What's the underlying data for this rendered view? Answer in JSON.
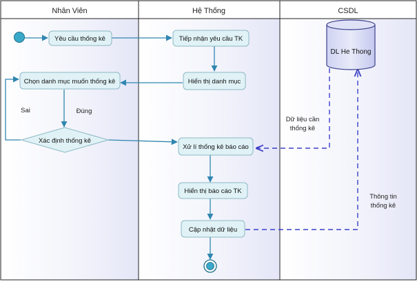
{
  "lanes": [
    {
      "title": "Nhân Viên"
    },
    {
      "title": "Hệ Thống"
    },
    {
      "title": "CSDL"
    }
  ],
  "nodes": {
    "yeu_cau": "Yêu cầu thống kê",
    "tiep_nhan": "Tiếp nhận yêu cầu TK",
    "hien_thi_dm": "Hiển thị danh mục",
    "chon_dm": "Chọn danh mục muốn thống kê",
    "xac_dinh": "Xác định thống kê",
    "xu_li": "Xử lí thống kê báo cáo",
    "hien_thi_bc": "Hiển thị báo cáo TK",
    "cap_nhat": "Cập nhật dữ liệu",
    "db": "DL He Thong"
  },
  "labels": {
    "sai": "Sai",
    "dung": "Đúng",
    "du_lieu_can": [
      "Dữ liệu cần",
      "thống kê"
    ],
    "thong_tin": [
      "Thông tin",
      "thống kê"
    ]
  },
  "colors": {
    "node_fill": "#e0f2f6",
    "node_stroke": "#8bb8c4",
    "arrow": "#2f86b0",
    "dashed": "#3b3fc7",
    "lane_bg": "#eef0fb",
    "header_bg": "#ffffff"
  }
}
